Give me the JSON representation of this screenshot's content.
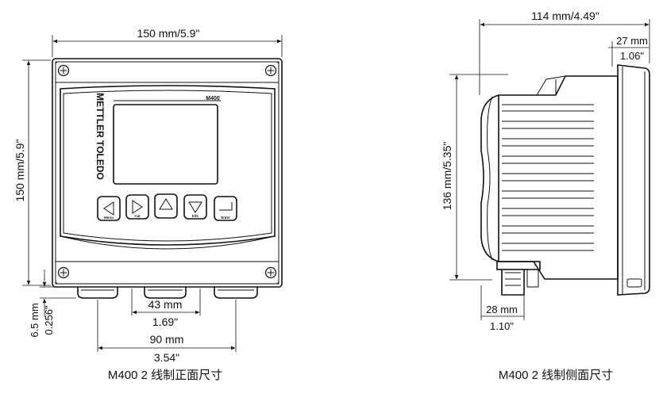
{
  "front_view": {
    "caption": "M400 2 线制正面尺寸",
    "brand": "METTLER TOLEDO",
    "model": "M400",
    "dim_width": "150 mm/5.9\"",
    "dim_height": "150 mm/5.9\"",
    "dim_gland_offset_mm": "6.5 mm",
    "dim_gland_offset_in": "0.256\"",
    "dim_gland_pitch_mm": "43 mm",
    "dim_gland_pitch_in": "1.69\"",
    "dim_gland_span_mm": "90 mm",
    "dim_gland_span_in": "3.54\"",
    "keys": [
      "Menu",
      "Cal",
      "",
      "Info",
      "Enter"
    ]
  },
  "side_view": {
    "caption": "M400 2 线制侧面尺寸",
    "dim_depth": "114 mm/4.49\"",
    "dim_front_mm": "27 mm",
    "dim_front_in": "1.06\"",
    "dim_height": "136 mm/5.35\"",
    "dim_gland_mm": "28 mm",
    "dim_gland_in": "1.10\""
  }
}
